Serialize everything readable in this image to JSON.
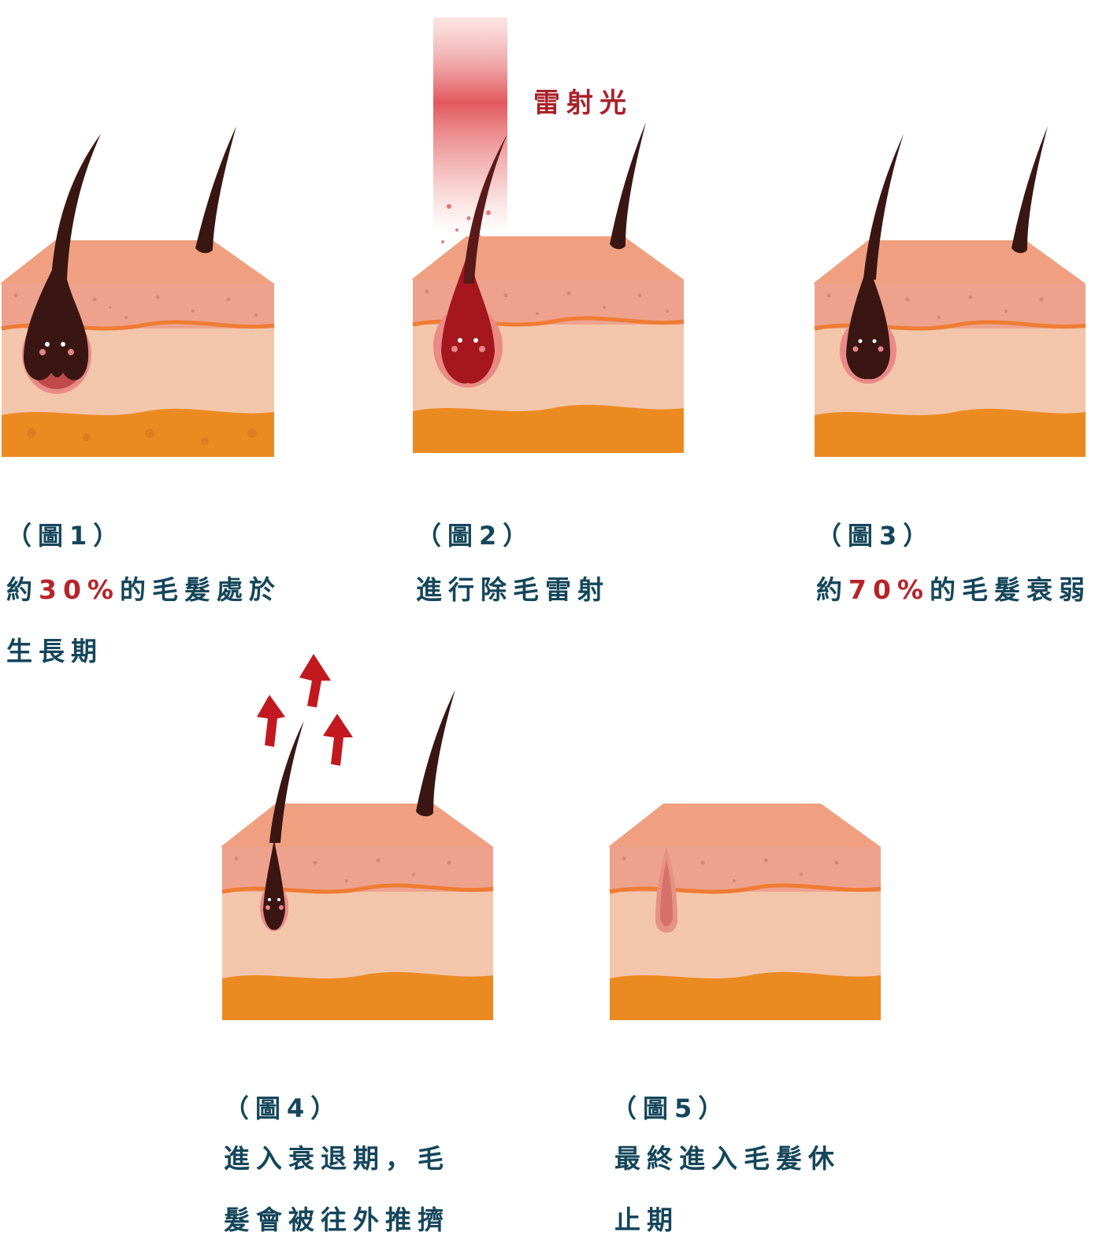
{
  "laser_label": "雷射光",
  "panels": [
    {
      "figure": "（圖1）",
      "desc_pre": "約",
      "desc_hl": "30%",
      "desc_post": "的毛髮處於生長期"
    },
    {
      "figure": "（圖2）",
      "desc_pre": "進行除毛雷射",
      "desc_hl": "",
      "desc_post": ""
    },
    {
      "figure": "（圖3）",
      "desc_pre": "約",
      "desc_hl": "70%",
      "desc_post": "的毛髮衰弱"
    },
    {
      "figure": "（圖4）",
      "desc_pre": "進入衰退期，毛髮會被往外推擠",
      "desc_hl": "",
      "desc_post": ""
    },
    {
      "figure": "（圖5）",
      "desc_pre": "最終進入毛髮休止期",
      "desc_hl": "",
      "desc_post": ""
    }
  ],
  "colors": {
    "caption_text": "#14465a",
    "highlight": "#b5242a",
    "skin_top": "#f0a080",
    "epidermis": "#eea28e",
    "dermis": "#f3c6ab",
    "fat": "#ec8a22",
    "orange_line": "#ee7c33",
    "hair": "#3a1612",
    "laser": "#d8262f",
    "arrow": "#c1191f"
  }
}
